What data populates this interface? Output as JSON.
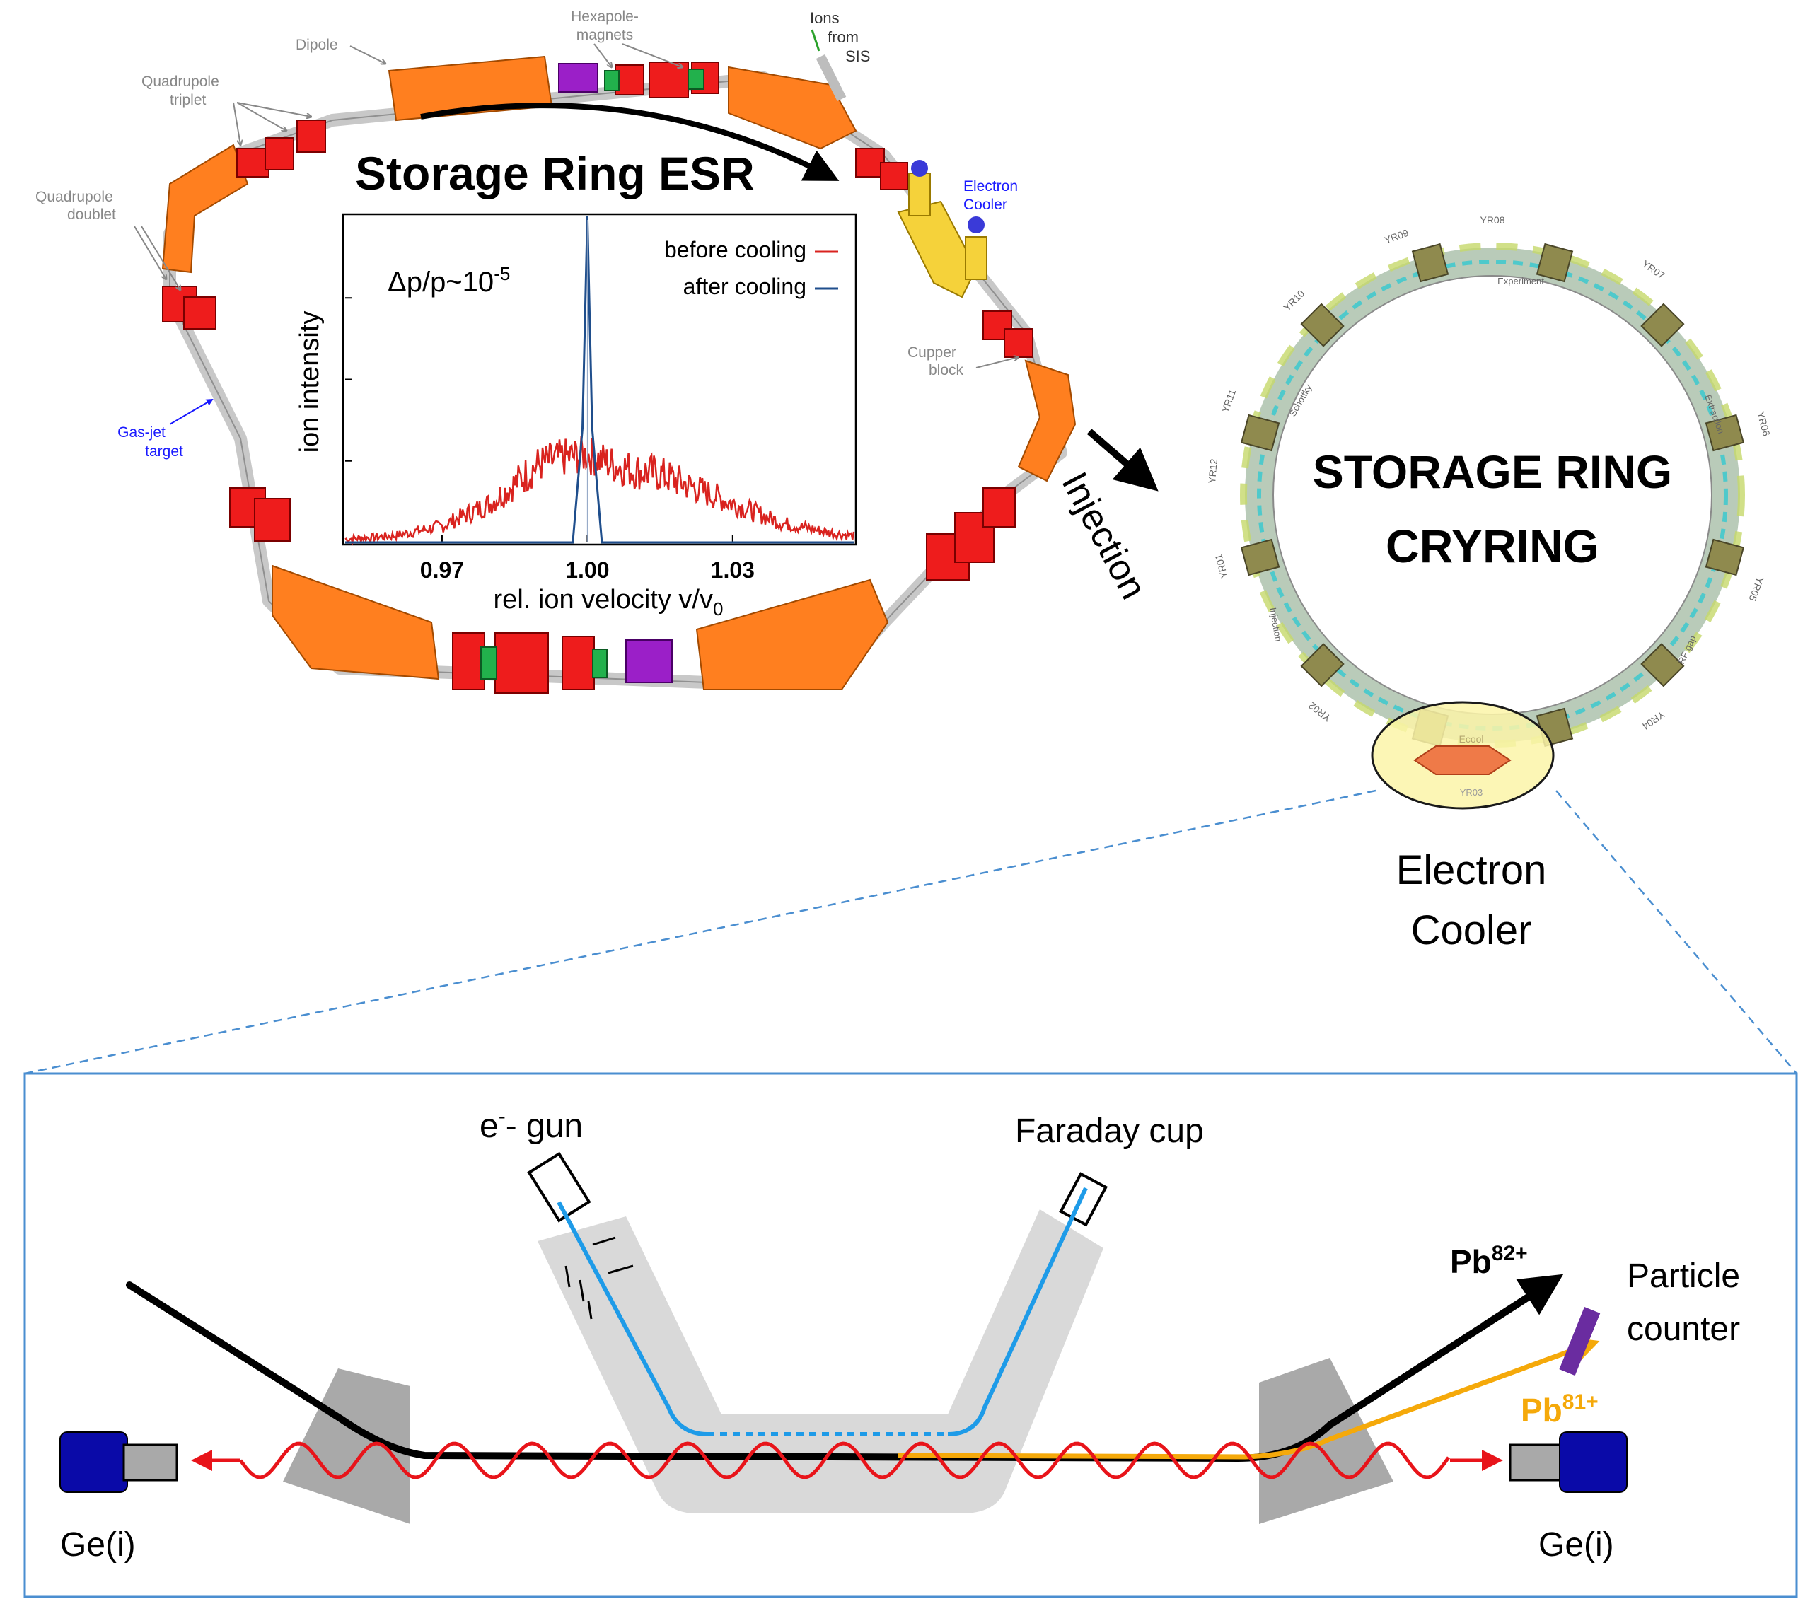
{
  "esr": {
    "title": "Storage Ring ESR",
    "labels": {
      "dipole": "Dipole",
      "hexapole": [
        "Hexapole-",
        "magnets"
      ],
      "ions": [
        "Ions",
        "from",
        "SIS"
      ],
      "quad_triplet": [
        "Quadrupole",
        "triplet"
      ],
      "quad_doublet": [
        "Quadrupole",
        "doublet"
      ],
      "electron_cooler": [
        "Electron",
        "Cooler"
      ],
      "cupper_block": [
        "Cupper",
        "block"
      ],
      "gas_jet": [
        "Gas-jet",
        "target"
      ]
    },
    "colors": {
      "dipole": "#ff7f1f",
      "quadrupole": "#ee1c1c",
      "hexapole": "#22b14c",
      "sextupole": "#9b1fc8",
      "pipe": "#c8c8c8",
      "cooler": "#f5d23a"
    }
  },
  "inset_chart": {
    "annotation_base": "Δp/p~10",
    "annotation_exp": "-5",
    "ylabel": "ion intensity",
    "xlabel_base": "rel. ion velocity v/v",
    "xlabel_sub": "0",
    "legend": [
      {
        "name": "before cooling",
        "color": "#d9231f"
      },
      {
        "name": "after cooling",
        "color": "#1f4e8c"
      }
    ]
  },
  "chart_data": {
    "type": "line",
    "title": "",
    "xlabel": "rel. ion velocity v/v0",
    "ylabel": "ion intensity",
    "x_ticks": [
      "0.97",
      "1.00",
      "1.03"
    ],
    "xlim": [
      0.95,
      1.055
    ],
    "ylim": [
      0,
      1.0
    ],
    "grid": false,
    "legend_position": "top-right",
    "series": [
      {
        "name": "before cooling",
        "color": "#d9231f",
        "shape": "broad noisy hump",
        "x": [
          0.95,
          0.96,
          0.97,
          0.98,
          0.985,
          0.99,
          0.995,
          1.0,
          1.005,
          1.01,
          1.015,
          1.02,
          1.03,
          1.04,
          1.05,
          1.055
        ],
        "y": [
          0.01,
          0.02,
          0.05,
          0.12,
          0.18,
          0.24,
          0.26,
          0.27,
          0.24,
          0.22,
          0.21,
          0.18,
          0.12,
          0.06,
          0.03,
          0.02
        ]
      },
      {
        "name": "after cooling",
        "color": "#1f4e8c",
        "shape": "narrow spike",
        "x": [
          0.95,
          0.997,
          0.999,
          1.0,
          1.001,
          1.003,
          1.055
        ],
        "y": [
          0.0,
          0.0,
          0.35,
          1.0,
          0.35,
          0.0,
          0.0
        ]
      }
    ]
  },
  "injection_label": "Injection",
  "cryring": {
    "title_line1": "STORAGE RING",
    "title_line2": "CRYRING",
    "sections": [
      "YR01",
      "YR02",
      "YR03",
      "YR04",
      "YR05",
      "YR06",
      "YR07",
      "YR08",
      "YR09",
      "YR10",
      "YR11",
      "YR12"
    ],
    "small_labels": [
      "Experiment",
      "Schottky",
      "Extraction",
      "Injection",
      "RF gap",
      "Ecool"
    ],
    "cooler_label_line1": "Electron",
    "cooler_label_line2": "Cooler"
  },
  "detail": {
    "egun_base": "e",
    "egun_sup": "-",
    "egun_rest": "- gun",
    "faraday_cup": "Faraday cup",
    "pb82_base": "Pb",
    "pb82_sup": "82+",
    "pb81_base": "Pb",
    "pb81_sup": "81+",
    "particle_counter_line1": "Particle",
    "particle_counter_line2": "counter",
    "ge_left": "Ge(i)",
    "ge_right": "Ge(i)",
    "colors": {
      "ion_beam": "#000000",
      "electron_beam": "#1e9be8",
      "photon": "#e8141a",
      "pb81": "#f5a90a",
      "counter": "#6a2ca0",
      "detector": "#0a0aa8"
    }
  }
}
